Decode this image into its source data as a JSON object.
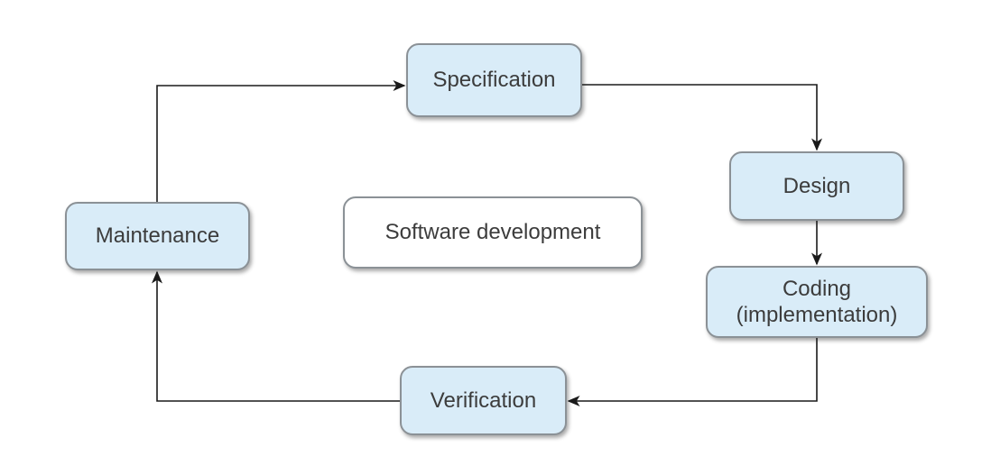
{
  "diagram": {
    "title": "Software development",
    "nodes": {
      "specification": {
        "label": "Specification"
      },
      "design": {
        "label": "Design"
      },
      "coding": {
        "label": "Coding\n(implementation)"
      },
      "verification": {
        "label": "Verification"
      },
      "maintenance": {
        "label": "Maintenance"
      }
    },
    "edges": [
      {
        "from": "maintenance",
        "to": "specification"
      },
      {
        "from": "specification",
        "to": "design"
      },
      {
        "from": "design",
        "to": "coding"
      },
      {
        "from": "coding",
        "to": "verification"
      },
      {
        "from": "verification",
        "to": "maintenance"
      }
    ]
  },
  "colors": {
    "canvas_bg": "#ffffff",
    "node_fill": "#d9ecf8",
    "node_border": "#8b9196",
    "center_fill": "#ffffff",
    "line": "#1a1a1a",
    "text": "#3c3c3c"
  }
}
